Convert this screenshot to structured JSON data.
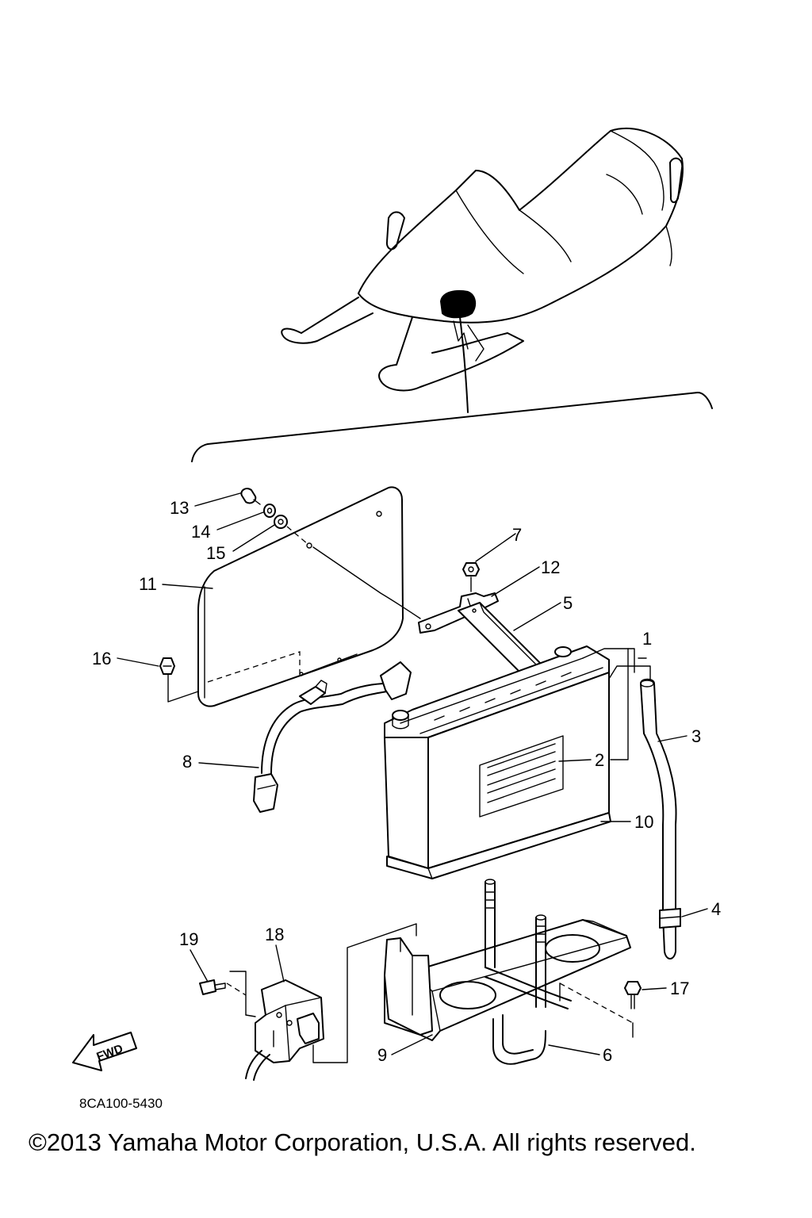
{
  "diagram": {
    "drawing_code": "8CA100-5430",
    "copyright": "©2013 Yamaha Motor Corporation, U.S.A. All rights reserved.",
    "direction_label": "FWD",
    "callouts": [
      {
        "id": "1",
        "label": "1"
      },
      {
        "id": "2",
        "label": "2"
      },
      {
        "id": "3",
        "label": "3"
      },
      {
        "id": "4",
        "label": "4"
      },
      {
        "id": "5",
        "label": "5"
      },
      {
        "id": "6",
        "label": "6"
      },
      {
        "id": "7",
        "label": "7"
      },
      {
        "id": "8",
        "label": "8"
      },
      {
        "id": "9",
        "label": "9"
      },
      {
        "id": "10",
        "label": "10"
      },
      {
        "id": "11",
        "label": "11"
      },
      {
        "id": "12",
        "label": "12"
      },
      {
        "id": "13",
        "label": "13"
      },
      {
        "id": "14",
        "label": "14"
      },
      {
        "id": "15",
        "label": "15"
      },
      {
        "id": "16",
        "label": "16"
      },
      {
        "id": "17",
        "label": "17"
      },
      {
        "id": "18",
        "label": "18"
      },
      {
        "id": "19",
        "label": "19"
      }
    ]
  }
}
